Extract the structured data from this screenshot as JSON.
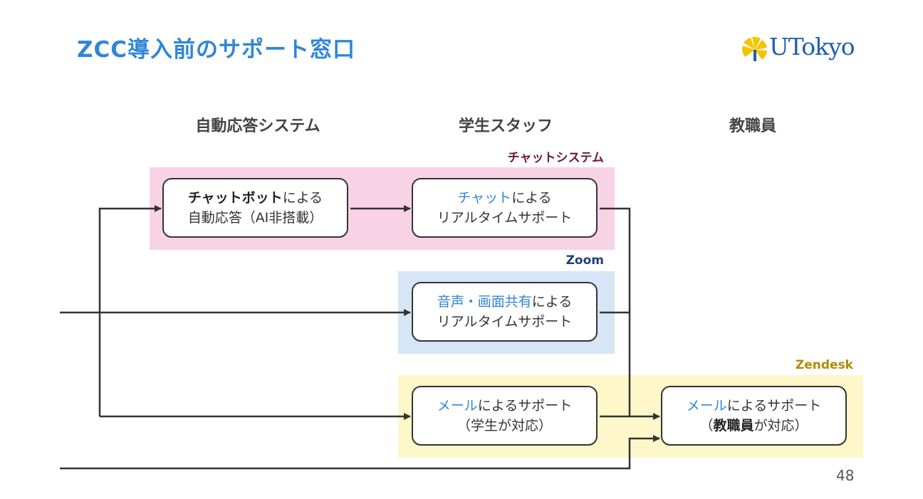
{
  "header": {
    "title": "ZCC導入前のサポート窓口",
    "logo_text": "UTokyo"
  },
  "columns": [
    "自動応答システム",
    "学生スタッフ",
    "教職員"
  ],
  "regions": {
    "chat": "チャットシステム",
    "zoom": "Zoom",
    "zendesk": "Zendesk"
  },
  "boxes": {
    "chatbot": {
      "bold": "チャットボット",
      "rest": "による",
      "line2": "自動応答（AI非搭載）"
    },
    "chat_realtime": {
      "highlight": "チャット",
      "rest": "による",
      "line2": "リアルタイムサポート"
    },
    "voice_realtime": {
      "highlight": "音声・画面共有",
      "rest": "による",
      "line2": "リアルタイムサポート"
    },
    "mail_students": {
      "highlight": "メール",
      "rest": "によるサポート",
      "line2": "（学生が対応）"
    },
    "mail_staff": {
      "highlight": "メール",
      "rest": "によるサポート",
      "line2_open": "（",
      "line2_bold": "教職員",
      "line2_close": "が対応）"
    }
  },
  "colors": {
    "title_blue": "#2f86d8",
    "chat_region": "#f8d3e6",
    "zoom_region": "#d6e6f6",
    "zendesk_region": "#fdf7c9",
    "line": "#333333"
  },
  "page_number": "48"
}
